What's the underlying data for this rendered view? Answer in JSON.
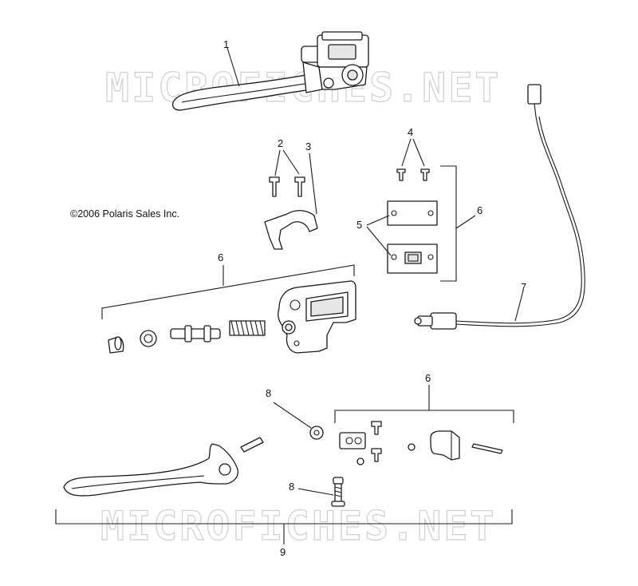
{
  "copyright": "©2006 Polaris Sales Inc.",
  "watermark": "MICROFICHES.NET",
  "callouts": {
    "c1": "1",
    "c2": "2",
    "c3": "3",
    "c4": "4",
    "c5": "5",
    "c6_right": "6",
    "c6_left": "6",
    "c7": "7",
    "c6_lower": "6",
    "c8_upper": "8",
    "c8_lower": "8",
    "c9": "9"
  },
  "colors": {
    "line": "#1a1a1a",
    "watermark": "#cfcfcf",
    "background": "#ffffff"
  }
}
